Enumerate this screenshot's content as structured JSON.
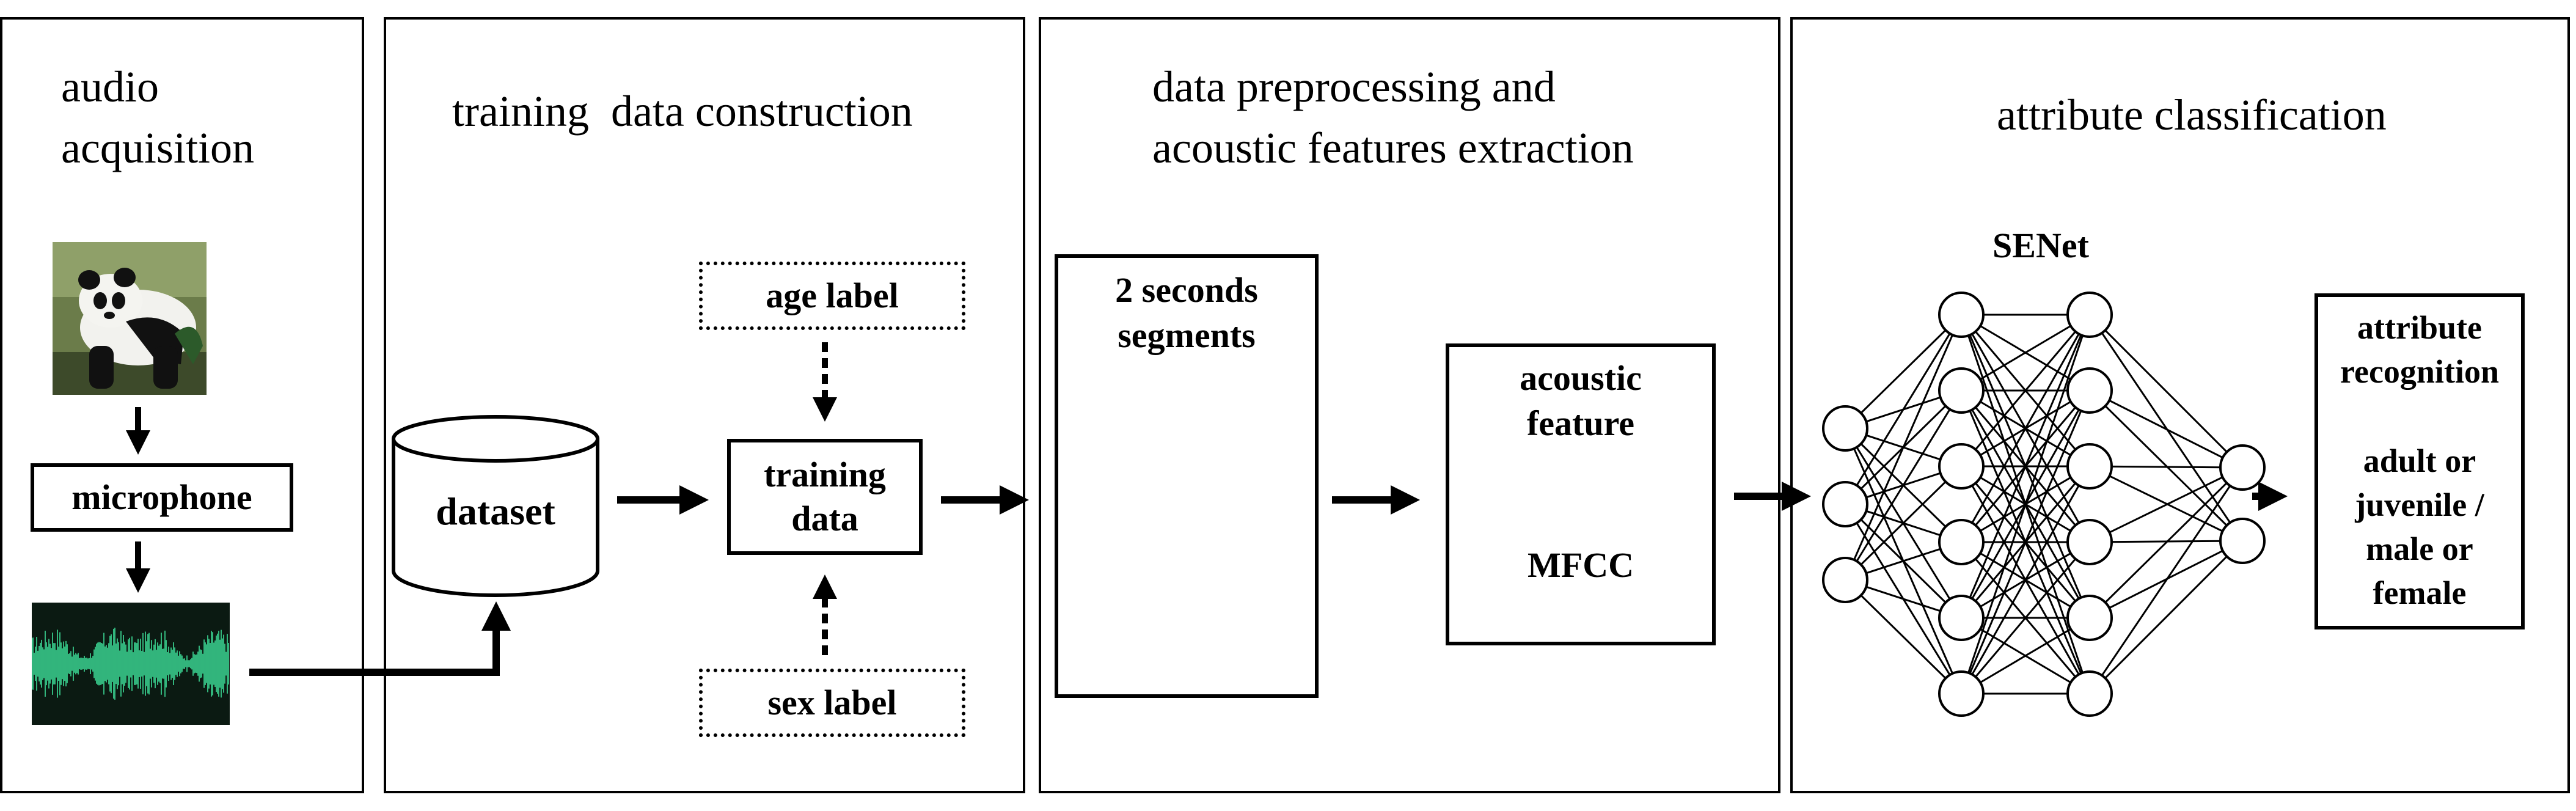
{
  "panels": {
    "audio": {
      "title": "audio\nacquisition",
      "microphone": "microphone"
    },
    "training": {
      "title": "training  data construction",
      "dataset": "dataset",
      "training_data": "training\ndata",
      "age_label": "age label",
      "sex_label": "sex label"
    },
    "preprocess": {
      "title": "data preprocessing and\nacoustic features extraction",
      "segments": "2 seconds\nsegments",
      "feature_title": "acoustic\nfeature",
      "feature_name": "MFCC"
    },
    "classification": {
      "title": "attribute classification",
      "network": "SENet",
      "result_title": "attribute\nrecognition",
      "result_text": "adult or\njuvenile /\nmale or\nfemale"
    }
  },
  "colors": {
    "waveform": "#3ddc97",
    "waveform_bg": "#0b1a12"
  },
  "network_layers": [
    3,
    6,
    6,
    2
  ]
}
